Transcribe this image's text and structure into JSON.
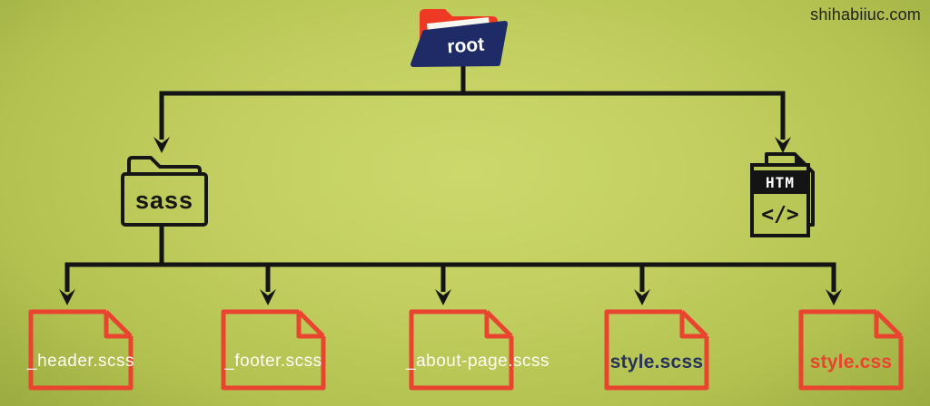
{
  "watermark": "shihabiiuc.com",
  "diagram": {
    "root": {
      "label": "root"
    },
    "folders": [
      {
        "label": "sass"
      }
    ],
    "html_file": {
      "banner": "HTM",
      "code_glyph": "</>"
    },
    "files": [
      {
        "label": "_header.scss",
        "color": "#fdfdf6"
      },
      {
        "label": "_footer.scss",
        "color": "#fdfdf6"
      },
      {
        "label": "_about-page.scss",
        "color": "#fdfdf6"
      },
      {
        "label": "style.scss",
        "color": "#27335a"
      },
      {
        "label": "style.css",
        "color": "#e8442f"
      }
    ],
    "colors": {
      "background_center": "#ccd86b",
      "background_edge": "#90a039",
      "connector_line": "#141414",
      "file_outline_red": "#e8442f",
      "root_folder_red": "#ee3a25",
      "root_folder_navy": "#1e2b66",
      "paper_white": "#f7f6f1"
    }
  }
}
